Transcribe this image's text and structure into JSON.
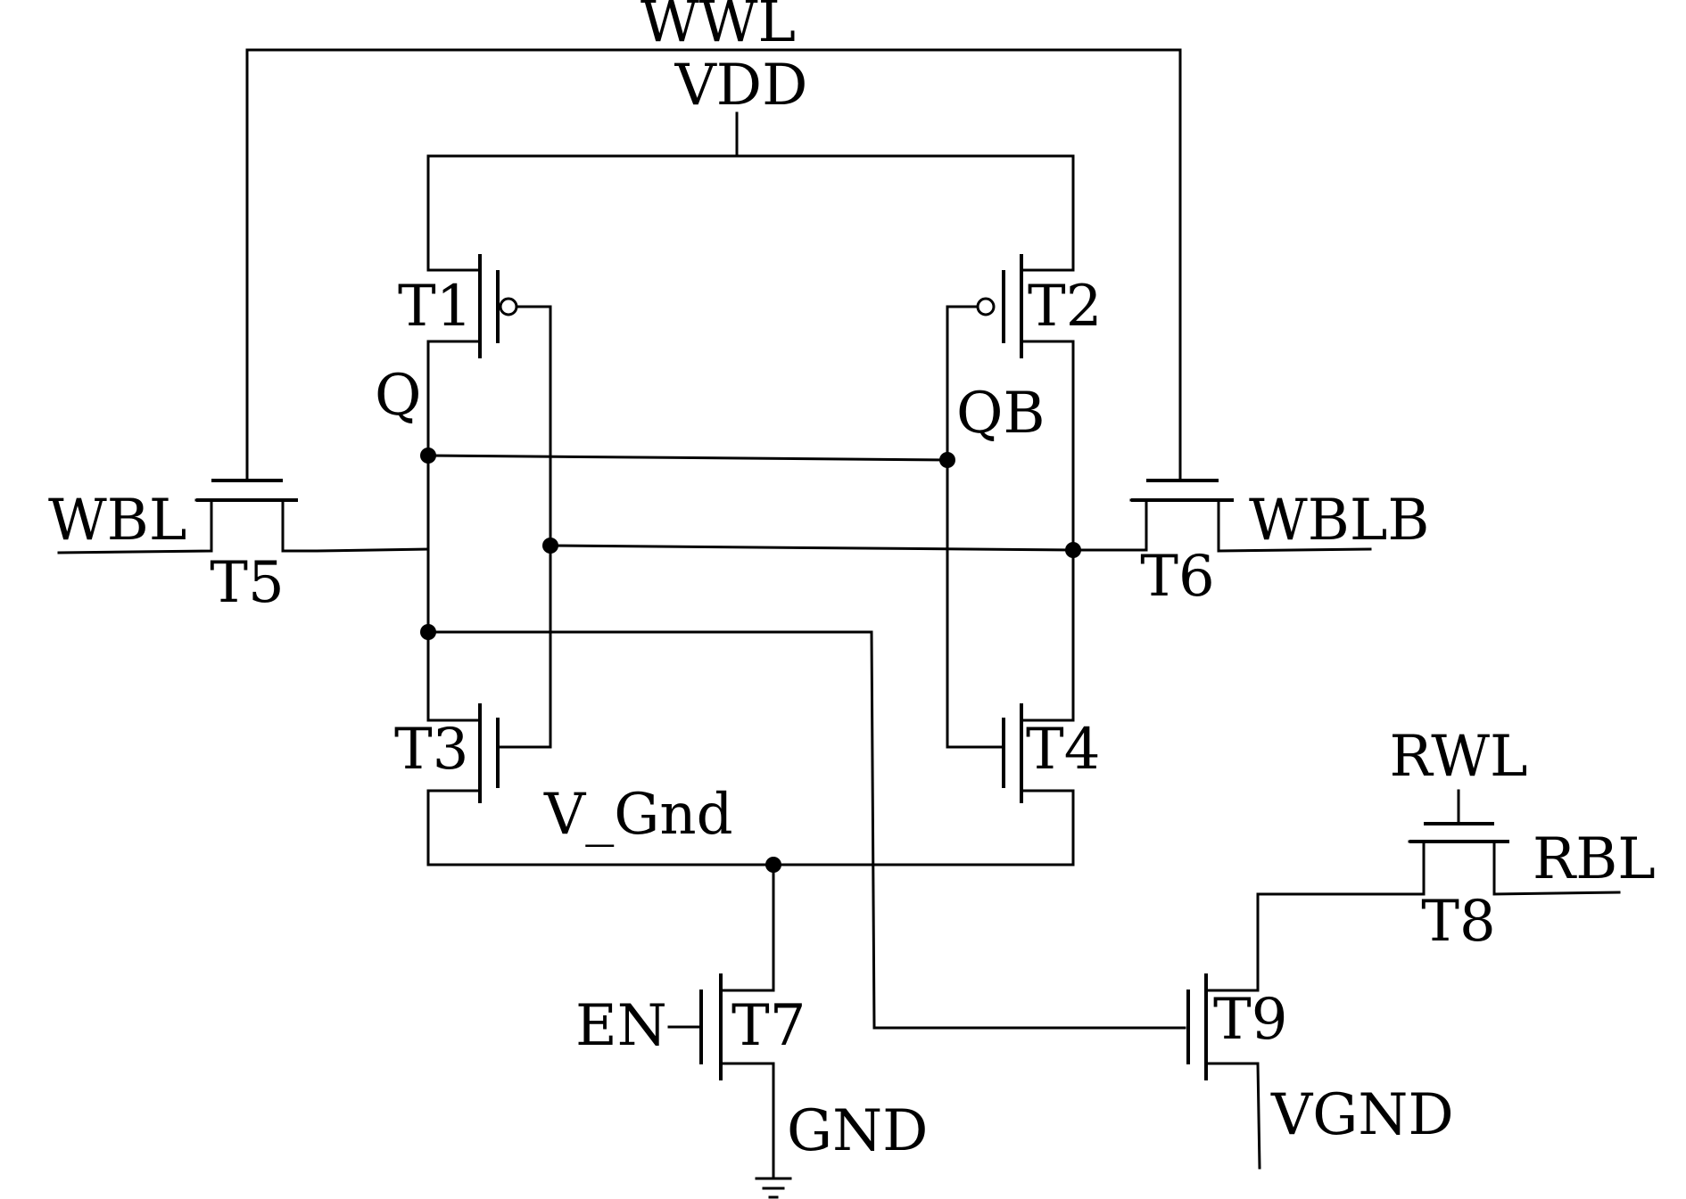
{
  "diagram": {
    "type": "circuit-schematic",
    "signals": {
      "wwl": "WWL",
      "vdd": "VDD",
      "wbl": "WBL",
      "wblb": "WBLB",
      "q": "Q",
      "qb": "QB",
      "v_gnd": "V_Gnd",
      "en": "EN",
      "gnd": "GND",
      "rwl": "RWL",
      "rbl": "RBL",
      "vgnd": "VGND"
    },
    "transistors": {
      "t1": "T1",
      "t2": "T2",
      "t3": "T3",
      "t4": "T4",
      "t5": "T5",
      "t6": "T6",
      "t7": "T7",
      "t8": "T8",
      "t9": "T9"
    }
  }
}
